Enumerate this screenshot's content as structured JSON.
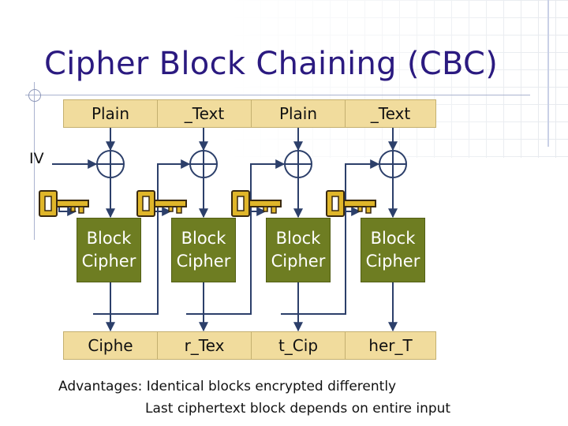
{
  "title": "Cipher Block Chaining (CBC)",
  "plaintext_cells": [
    "Plain",
    "_Text",
    "Plain",
    "_Text"
  ],
  "iv_label": "IV",
  "block_cipher_cells": [
    {
      "line1": "Block",
      "line2": "Cipher"
    },
    {
      "line1": "Block",
      "line2": "Cipher"
    },
    {
      "line1": "Block",
      "line2": "Cipher"
    },
    {
      "line1": "Block",
      "line2": "Cipher"
    }
  ],
  "ciphertext_cells": [
    "Ciphe",
    "r_Tex",
    "t_Cip",
    "her_T"
  ],
  "footer": {
    "line1": "Advantages: Identical blocks encrypted differently",
    "line2": "Last ciphertext block depends on entire input"
  },
  "colors": {
    "title": "#2b1a80",
    "text_cell_fill": "#f1dc9d",
    "block_cipher_fill": "#6e7d22",
    "key_fill": "#e0b62a",
    "arrow": "#2c3f6a"
  },
  "icons": {
    "xor": "xor-icon",
    "key": "key-icon"
  }
}
